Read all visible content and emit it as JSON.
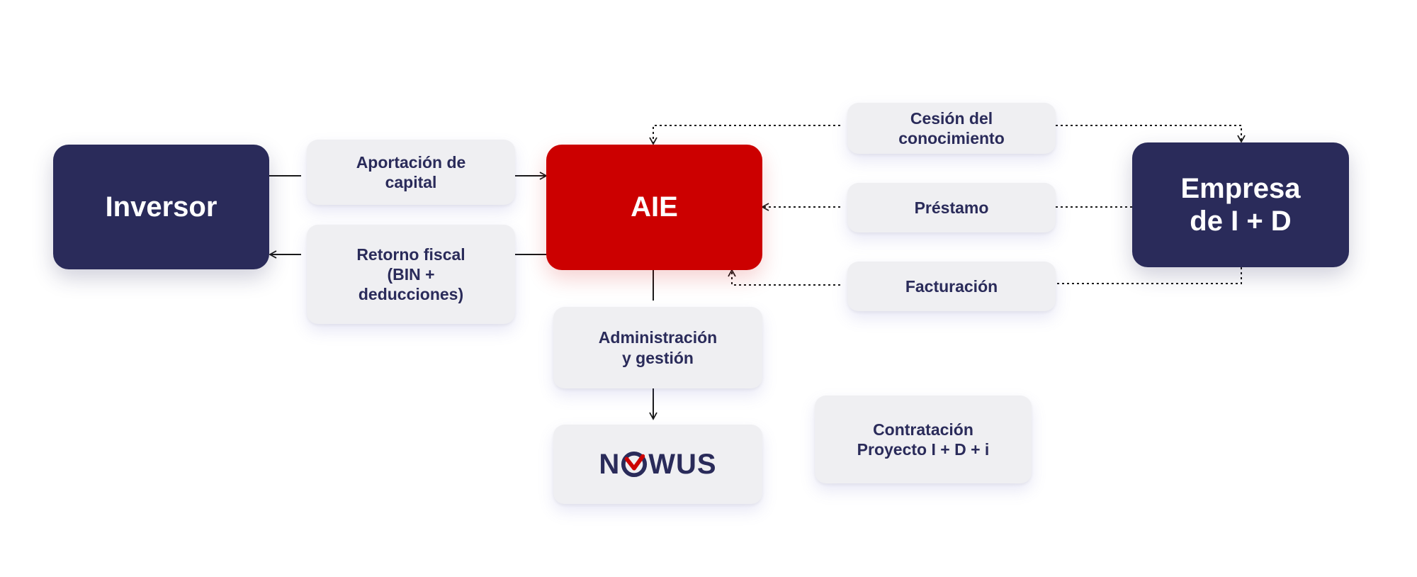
{
  "nodes": {
    "inversor": "Inversor",
    "aie": "AIE",
    "empresa": "Empresa\nde I + D",
    "aportacion": "Aportación de\ncapital",
    "retorno": "Retorno fiscal\n(BIN +\ndeducciones)",
    "administracion": "Administración\ny gestión",
    "cesion": "Cesión del\nconocimiento",
    "prestamo": "Préstamo",
    "facturacion": "Facturación",
    "contratacion": "Contratación\nProyecto I + D + i"
  },
  "logo": {
    "prefix": "N",
    "suffix": "WUS",
    "icon": "nowus-logo-o-icon",
    "colors": {
      "navy": "#2a2b5a",
      "red": "#cc0000"
    }
  },
  "colors": {
    "navy": "#2a2b5a",
    "red": "#cc0000",
    "pill_bg": "#efeff2",
    "line": "#1a1a1a"
  }
}
